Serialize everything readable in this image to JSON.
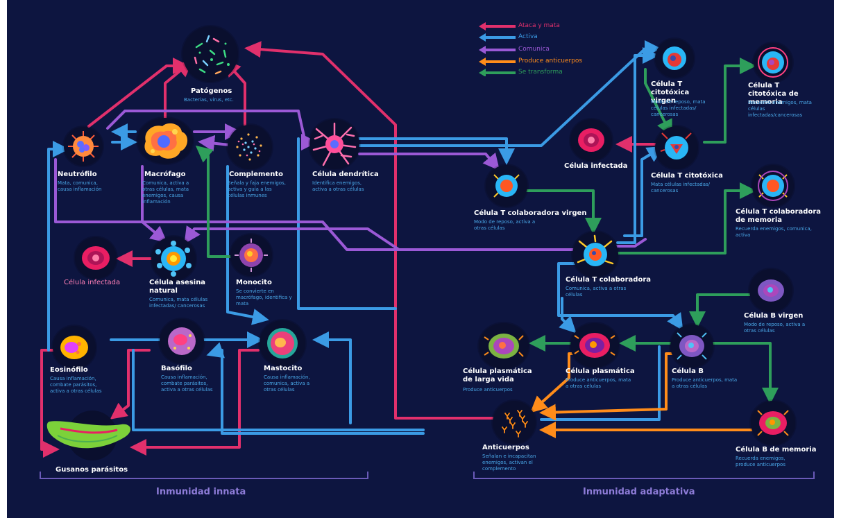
{
  "legend": [
    {
      "label": "Ataca y mata",
      "color": "#e1306c"
    },
    {
      "label": "Activa",
      "color": "#3b9be5"
    },
    {
      "label": "Comunica",
      "color": "#9b59d6"
    },
    {
      "label": "Produce anticuerpos",
      "color": "#ff8c1a"
    },
    {
      "label": "Se transforma",
      "color": "#2e9e5b"
    }
  ],
  "sections": {
    "innate": "Inmunidad innata",
    "adaptive": "Inmunidad adaptativa"
  },
  "nodes": {
    "patogenos": {
      "title": "Patógenos",
      "desc": "Bacterias, virus, etc."
    },
    "neutrofilo": {
      "title": "Neutrófilo",
      "desc": "Mata, comunica, causa inflamación"
    },
    "macrofago": {
      "title": "Macrófago",
      "desc": "Comunica, activa a otras células, mata enemigos, causa inflamación"
    },
    "complemento": {
      "title": "Complemento",
      "desc": "Señala y faja enemigos, activa y guía a las células inmunes"
    },
    "dendritica": {
      "title": "Célula dendrítica",
      "desc": "Identifica enemigos, activa a otras células"
    },
    "infectada_left": {
      "title": "Célula infectada"
    },
    "asesina": {
      "title": "Célula asesina natural",
      "desc": "Comunica, mata células infectadas/ cancerosas"
    },
    "monocito": {
      "title": "Monocito",
      "desc": "Se convierte en macrófago, identifica y mata"
    },
    "eosinofilo": {
      "title": "Eosinófilo",
      "desc": "Causa inflamación, combate parásitos, activa a otras células"
    },
    "basofilo": {
      "title": "Basófilo",
      "desc": "Causa inflamación, combate parásitos, activa a otras células"
    },
    "mastocito": {
      "title": "Mastocito",
      "desc": "Causa inflamación, comunica, activa a otras células"
    },
    "gusanos": {
      "title": "Gusanos parásitos"
    },
    "th_virgen": {
      "title": "Célula T colaboradora virgen",
      "desc": "Modo de reposo, activa a otras células"
    },
    "tc_virgen": {
      "title": "Célula T citotóxica virgen",
      "desc": "Modo de reposo, mata células infectadas/ cancerosas"
    },
    "tc_memoria": {
      "title": "Célula T citotóxica de memoria",
      "desc": "Recuerda enemigos, mata células infectadas/cancerosas"
    },
    "infectada_right": {
      "title": "Célula infectada"
    },
    "tc": {
      "title": "Célula T citotóxica",
      "desc": "Mata células infectadas/ cancerosas"
    },
    "th_memoria": {
      "title": "Célula T colaboradora de memoria",
      "desc": "Recuerda enemigos, comunica, activa"
    },
    "th": {
      "title": "Célula T colaboradora",
      "desc": "Comunica, activa a otras células"
    },
    "b_virgen": {
      "title": "Célula B virgen",
      "desc": "Modo de reposo, activa a otras células"
    },
    "plasma_larga": {
      "title": "Célula plasmática de larga vida",
      "desc": "Produce anticuerpos"
    },
    "plasma": {
      "title": "Célula plasmática",
      "desc": "Produce anticuerpos, mata a otras células"
    },
    "b": {
      "title": "Célula B",
      "desc": "Produce anticuerpos, mata a otras células"
    },
    "anticuerpos": {
      "title": "Anticuerpos",
      "desc": "Señalan e incapacitan enemigos, activan el complemento"
    },
    "b_memoria": {
      "title": "Célula B de memoria",
      "desc": "Recuerda enemigos, produce anticuerpos"
    }
  },
  "colors": {
    "background": "#0d1540",
    "attack": "#e1306c",
    "activate": "#3b9be5",
    "communicate": "#9b59d6",
    "antibodies": "#ff8c1a",
    "transform": "#2e9e5b",
    "description": "#4aa8e8",
    "section": "#8e7cd8"
  }
}
